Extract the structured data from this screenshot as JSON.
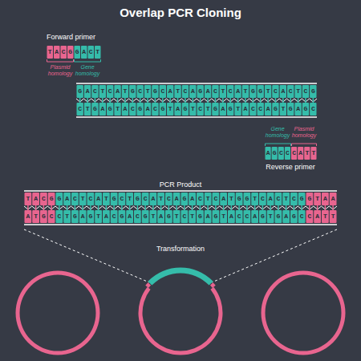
{
  "diagram": {
    "title": "Overlap PCR Cloning",
    "labels": [
      "Forward primer",
      "Plasmid homology",
      "Gene homology",
      "TACGGACT",
      "GACTCATGCTGCATCAGACTCATGGTCACTCG",
      "CTGAGTACGACGTAGTCTGAGTACCAGTGAGC",
      "Gene homology",
      "Plasmid homology",
      "AGCCCATT",
      "Reverse primer",
      "PCR Product",
      "TACGGACTCATGCTGCATCAGACTCATGGTCACTCGGTAA",
      "ATGCCTGAGTACGACGTAGTCTGAGTACCAGTGAGCCATT",
      "Transformation"
    ]
  }
}
